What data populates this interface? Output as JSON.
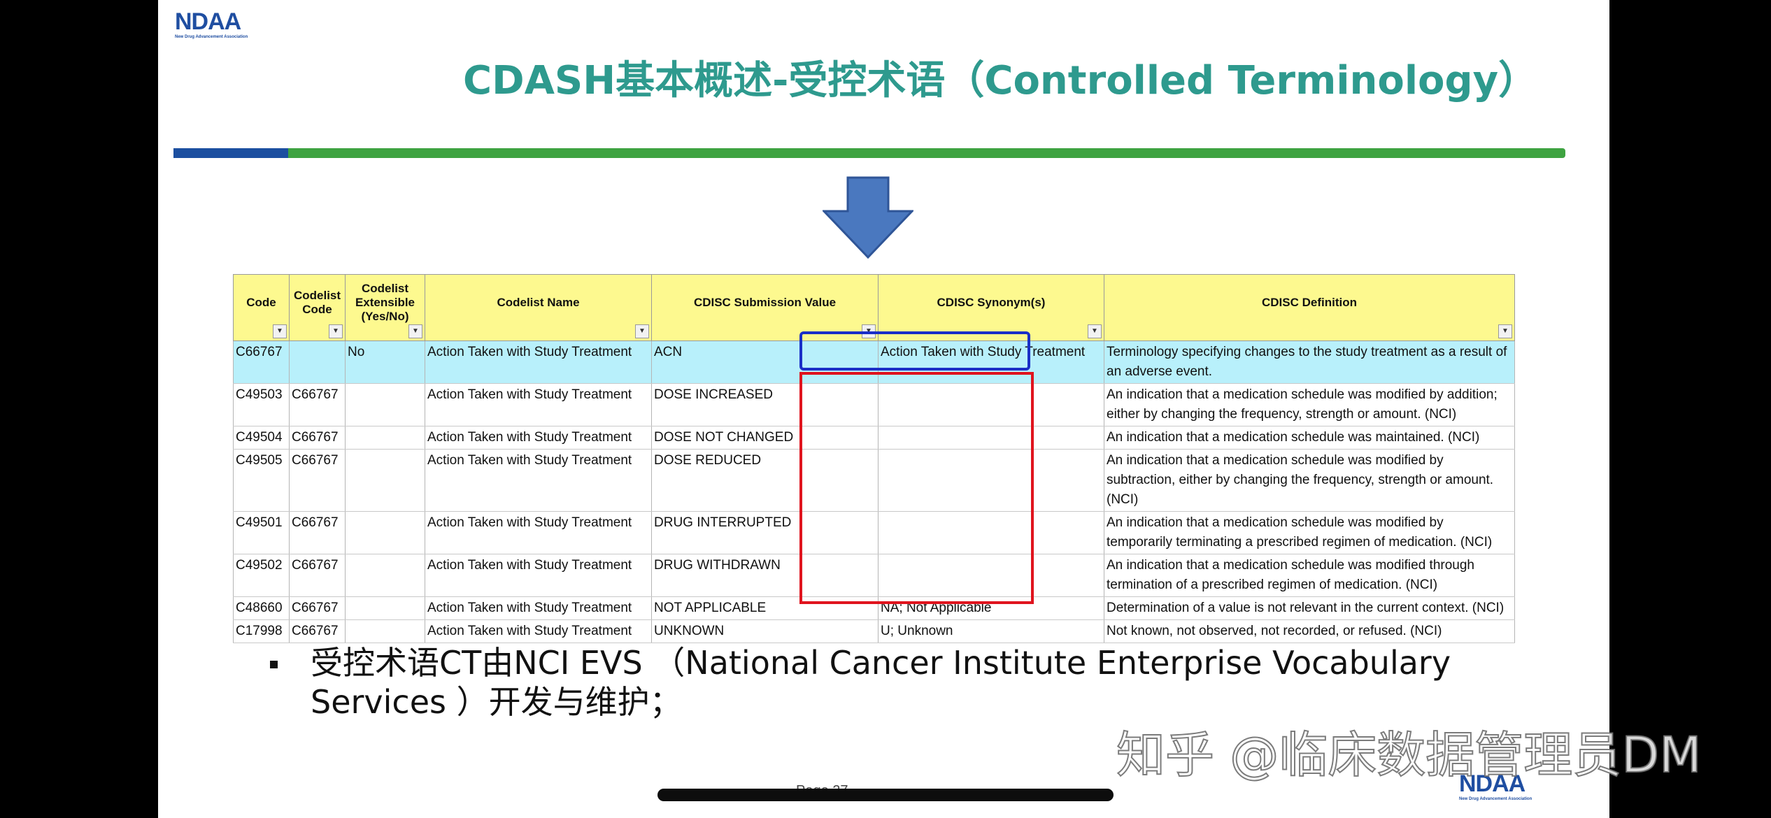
{
  "slide": {
    "logo_top": {
      "mark": "NDAA",
      "sub": "New Drug Advancement Association"
    },
    "title": "CDASH基本概述-受控术语（Controlled Terminology）",
    "logo_bottom": {
      "mark": "NDAA",
      "sub": "New Drug Advancement Association"
    },
    "page_label": "Page 27"
  },
  "table": {
    "headers": [
      "Code",
      "Codelist Code",
      "Codelist Extensible (Yes/No)",
      "Codelist Name",
      "CDISC Submission Value",
      "CDISC Synonym(s)",
      "CDISC Definition"
    ],
    "rows": [
      [
        "C66767",
        "",
        "No",
        "Action Taken with Study Treatment",
        "ACN",
        "Action Taken with Study Treatment",
        "Terminology specifying changes to the study treatment as a result of an adverse event."
      ],
      [
        "C49503",
        "C66767",
        "",
        "Action Taken with Study Treatment",
        "DOSE INCREASED",
        "",
        "An indication that a medication schedule was modified by addition; either by changing the frequency, strength or amount. (NCI)"
      ],
      [
        "C49504",
        "C66767",
        "",
        "Action Taken with Study Treatment",
        "DOSE NOT CHANGED",
        "",
        "An indication that a medication schedule was maintained. (NCI)"
      ],
      [
        "C49505",
        "C66767",
        "",
        "Action Taken with Study Treatment",
        "DOSE REDUCED",
        "",
        "An indication that a medication schedule was modified by subtraction, either by changing the frequency, strength or amount. (NCI)"
      ],
      [
        "C49501",
        "C66767",
        "",
        "Action Taken with Study Treatment",
        "DRUG INTERRUPTED",
        "",
        "An indication that a medication schedule was modified by temporarily terminating a prescribed regimen of medication. (NCI)"
      ],
      [
        "C49502",
        "C66767",
        "",
        "Action Taken with Study Treatment",
        "DRUG WITHDRAWN",
        "",
        "An indication that a medication schedule was modified through termination of a prescribed regimen of medication. (NCI)"
      ],
      [
        "C48660",
        "C66767",
        "",
        "Action Taken with Study Treatment",
        "NOT APPLICABLE",
        "NA; Not Applicable",
        "Determination of a value is not relevant in the current context. (NCI)"
      ],
      [
        "C17998",
        "C66767",
        "",
        "Action Taken with Study Treatment",
        "UNKNOWN",
        "U; Unknown",
        "Not known, not observed, not recorded, or refused. (NCI)"
      ]
    ]
  },
  "bullet": {
    "line1": "受控术语CT由NCI EVS （National Cancer Institute Enterprise Vocabulary",
    "line2": "Services ）开发与维护；"
  },
  "watermark": "知乎 @临床数据管理员DM",
  "colors": {
    "title": "#2e9a8e",
    "bar_blue": "#1c4fa0",
    "bar_green": "#3ea341",
    "arrow": "#4a78bf",
    "header_bg": "#fdf98f",
    "highlight_row": "#b8f0fb",
    "box_blue": "#1a2fc7",
    "box_red": "#e0141e"
  },
  "icons": {
    "arrow": "down-arrow-icon",
    "dropdown": "dropdown-arrow-icon"
  }
}
